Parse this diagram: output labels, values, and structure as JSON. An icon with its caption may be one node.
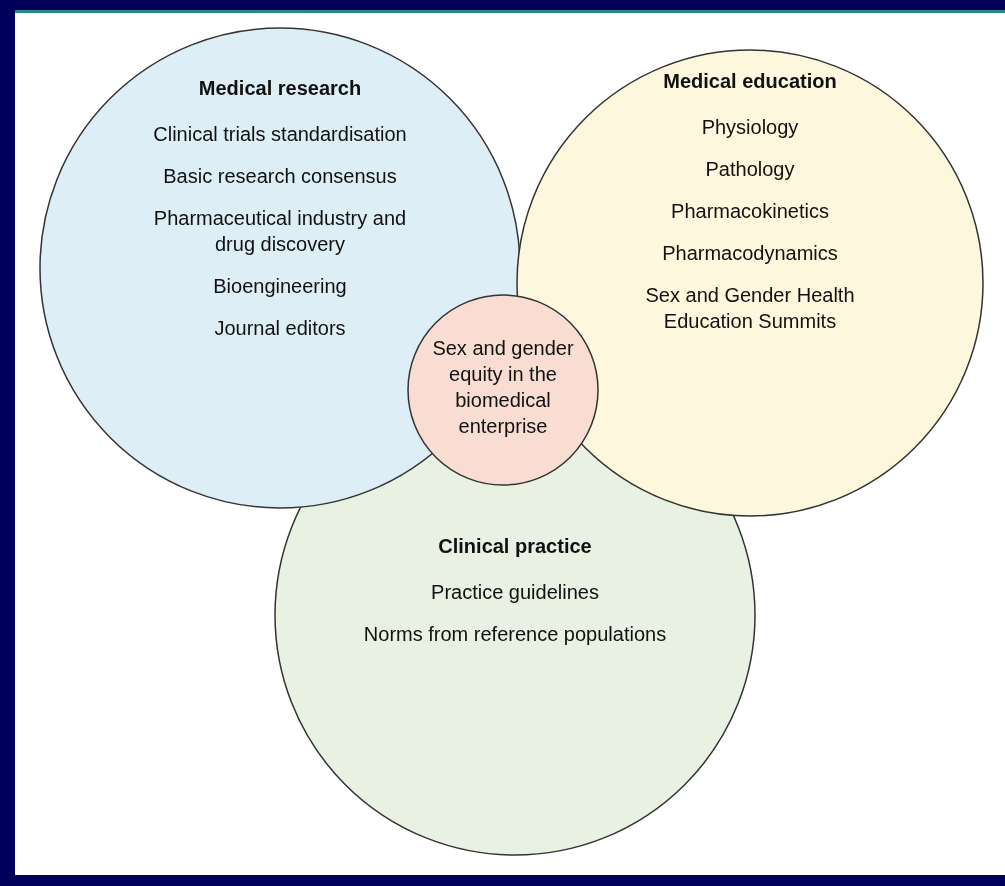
{
  "diagram": {
    "nodes": [
      {
        "text": [
          "Medical research",
          "Clinical trials standardisation",
          "Basic research consensus",
          "Pharmaceutical industry and drug discovery",
          "Bioengineering",
          "Journal editors"
        ]
      },
      {
        "text": [
          "Medical education",
          "Physiology",
          "Pathology",
          "Pharmacokinetics",
          "Pharmacodynamics",
          "Sex and Gender Health Education Summits"
        ]
      },
      {
        "text": [
          "Sex and gender equity in the biomedical enterprise"
        ]
      },
      {
        "text": [
          "Clinical practice",
          "Practice guidelines",
          "Norms from reference populations"
        ]
      }
    ]
  }
}
